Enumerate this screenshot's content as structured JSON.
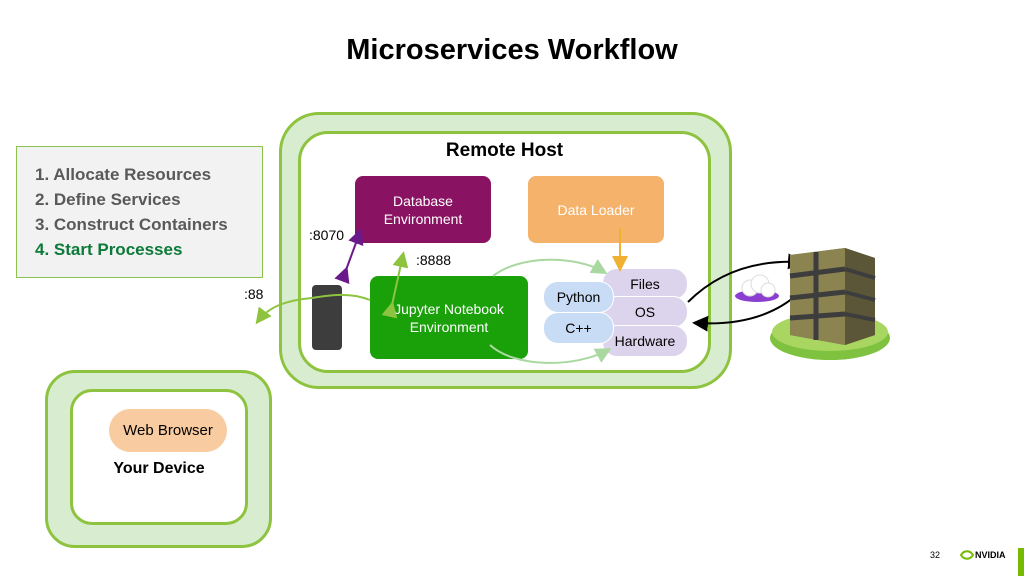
{
  "title": "Microservices Workflow",
  "steps": [
    {
      "text": "1. Allocate Resources",
      "active": false
    },
    {
      "text": "2. Define Services",
      "active": false
    },
    {
      "text": "3. Construct Containers",
      "active": false
    },
    {
      "text": "4. Start Processes",
      "active": true
    }
  ],
  "remote_host": {
    "title": "Remote Host",
    "database_env": {
      "line1": "Database",
      "line2": "Environment"
    },
    "data_loader": "Data Loader",
    "jupyter_env": {
      "line1": "Jupyter Notebook",
      "line2": "Environment"
    },
    "languages": [
      "Python",
      "C++"
    ],
    "stack": [
      "Files",
      "OS",
      "Hardware"
    ]
  },
  "ports": {
    "db": ":8070",
    "jupyter": ":8888",
    "external": ":88"
  },
  "device": {
    "browser": "Web Browser",
    "title": "Your Device"
  },
  "footer": {
    "page_number": "32",
    "brand": "NVIDIA"
  },
  "colors": {
    "accent_green": "#76b900",
    "database": "#8a1262",
    "data_loader": "#f4b26b",
    "jupyter": "#1aa10a",
    "browser": "#f8cba0",
    "step_active": "#0d7a3a"
  },
  "icons": [
    "server-rack-icon",
    "cloud-icon",
    "container-icon",
    "nvidia-logo-icon"
  ]
}
